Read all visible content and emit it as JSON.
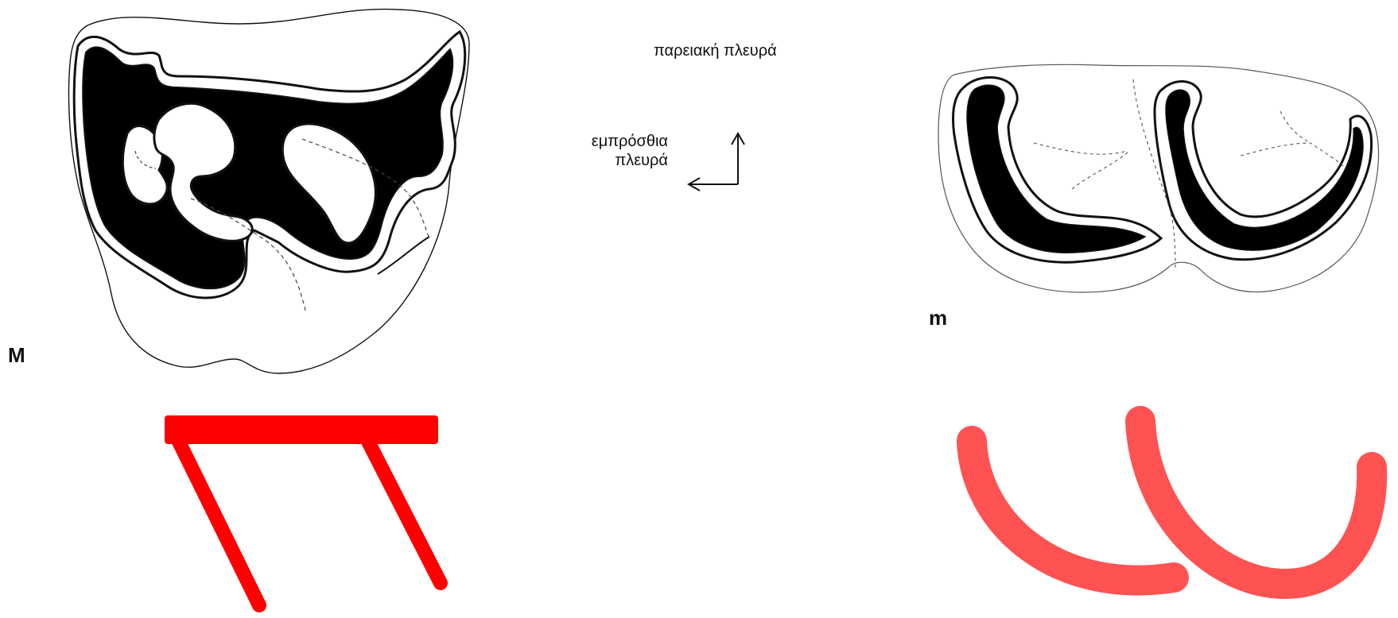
{
  "labels": {
    "upper_molar": "M",
    "lower_molar": "m",
    "buccal_side": "παρειακή πλευρά",
    "anterior_side_line1": "εμπρόσθια",
    "anterior_side_line2": "πλευρά"
  },
  "colors": {
    "outline": "#111111",
    "enamel_fill": "#000000",
    "schematic_upper": "#ff0000",
    "schematic_lower": "#ff5252"
  },
  "icons": {
    "orientation": "orientation-arrows-icon"
  }
}
